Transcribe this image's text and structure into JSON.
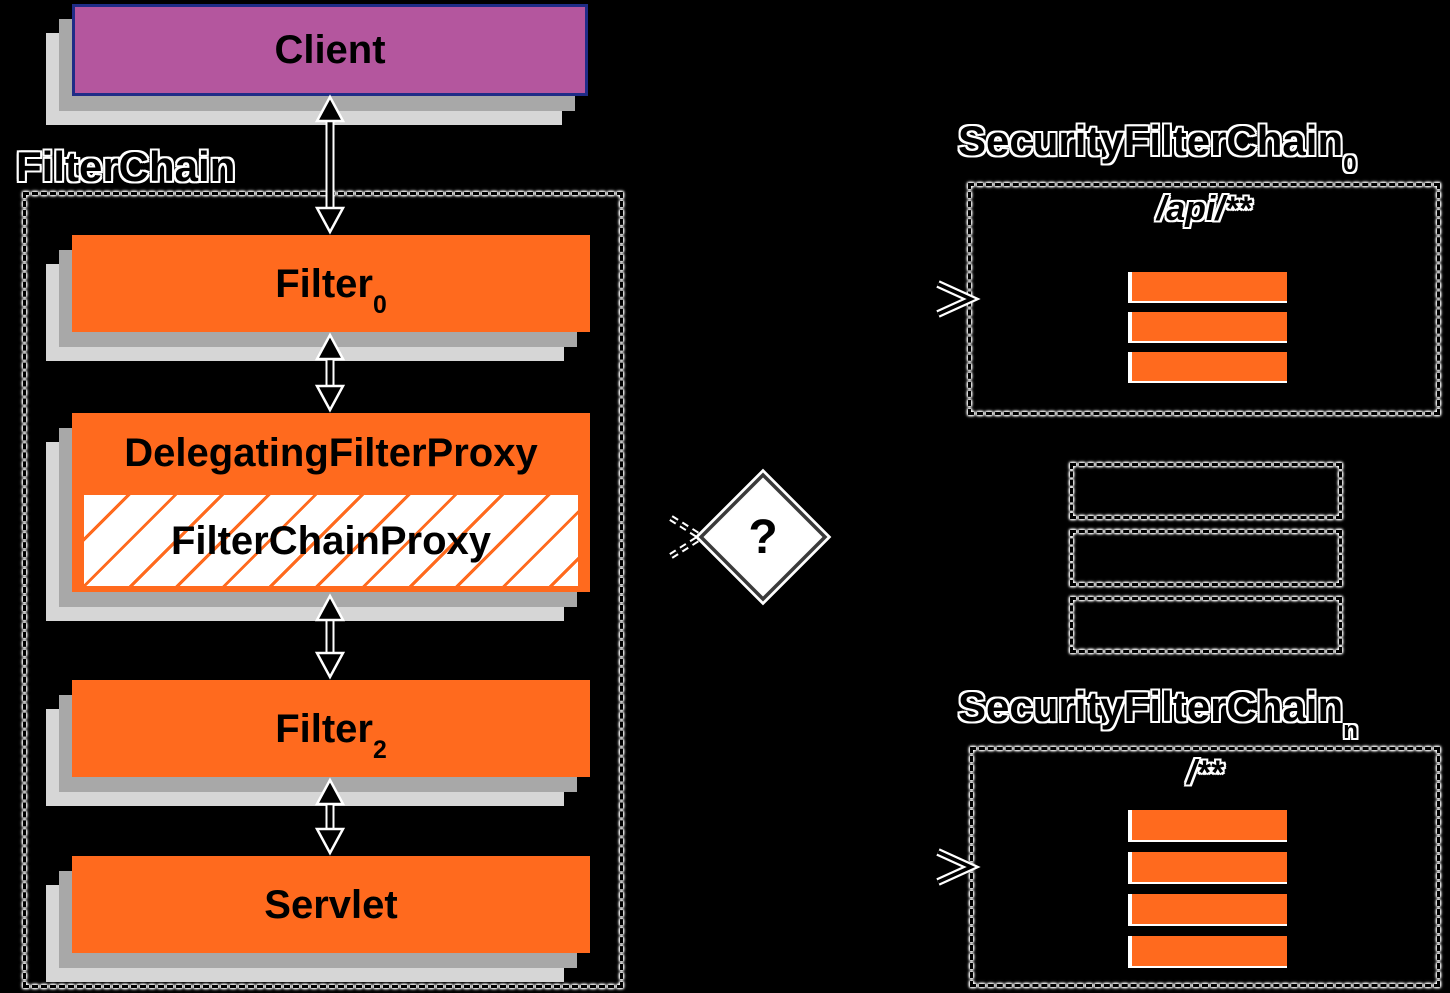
{
  "colors": {
    "background": "#000000",
    "orange": "#FF6A1E",
    "client_fill": "#B4569E",
    "client_border": "#1F2C87",
    "shadow_inner": "#A8A8A8",
    "shadow_outer": "#D6D6D6",
    "diamond_fill": "#FFFFFF",
    "line": "#000000",
    "halo": "#FFFFFF"
  },
  "left": {
    "client_label": "Client",
    "filterchain_label": "FilterChain",
    "filter0": {
      "base": "Filter",
      "sub": "0"
    },
    "delegating_label": "DelegatingFilterProxy",
    "filterchainproxy_label": "FilterChainProxy",
    "filter2": {
      "base": "Filter",
      "sub": "2"
    },
    "servlet_label": "Servlet"
  },
  "decision": {
    "label": "?"
  },
  "right": {
    "chain0": {
      "title_base": "SecurityFilterChain",
      "title_sub": "0",
      "pattern": "/api/**",
      "filter_count": 3
    },
    "placeholder_count": 3,
    "chainN": {
      "title_base": "SecurityFilterChain",
      "title_sub": "n",
      "pattern": "/**",
      "filter_count": 4
    }
  }
}
